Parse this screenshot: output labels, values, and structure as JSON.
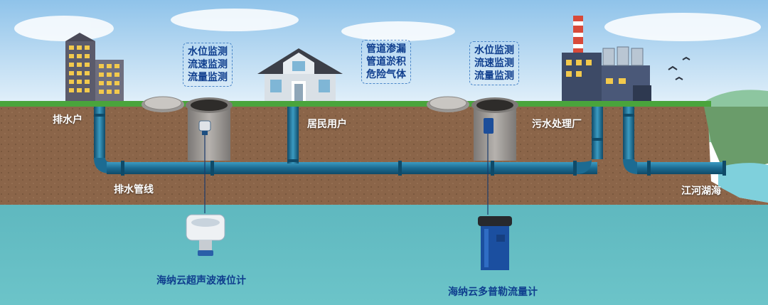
{
  "labels": {
    "drain_household": "排水户",
    "resident_user": "居民用户",
    "sewage_plant": "污水处理厂",
    "drain_pipeline": "排水管线",
    "rivers_lakes": "江河湖海"
  },
  "monitor_boxes": [
    {
      "lines": [
        "水位监测",
        "流速监测",
        "流量监测"
      ]
    },
    {
      "lines": [
        "管道渗漏",
        "管道淤积",
        "危险气体"
      ]
    },
    {
      "lines": [
        "水位监测",
        "流速监测",
        "流量监测"
      ]
    }
  ],
  "devices": {
    "ultrasonic": "海纳云超声波液位计",
    "doppler": "海纳云多普勒流量计"
  },
  "colors": {
    "sky": "#bcdcf2",
    "grass": "#4aa43c",
    "soil": "#8b6549",
    "pipe": "#1c6b92",
    "water": "#62bcc2",
    "text_dark_blue": "#0f3e8e"
  }
}
